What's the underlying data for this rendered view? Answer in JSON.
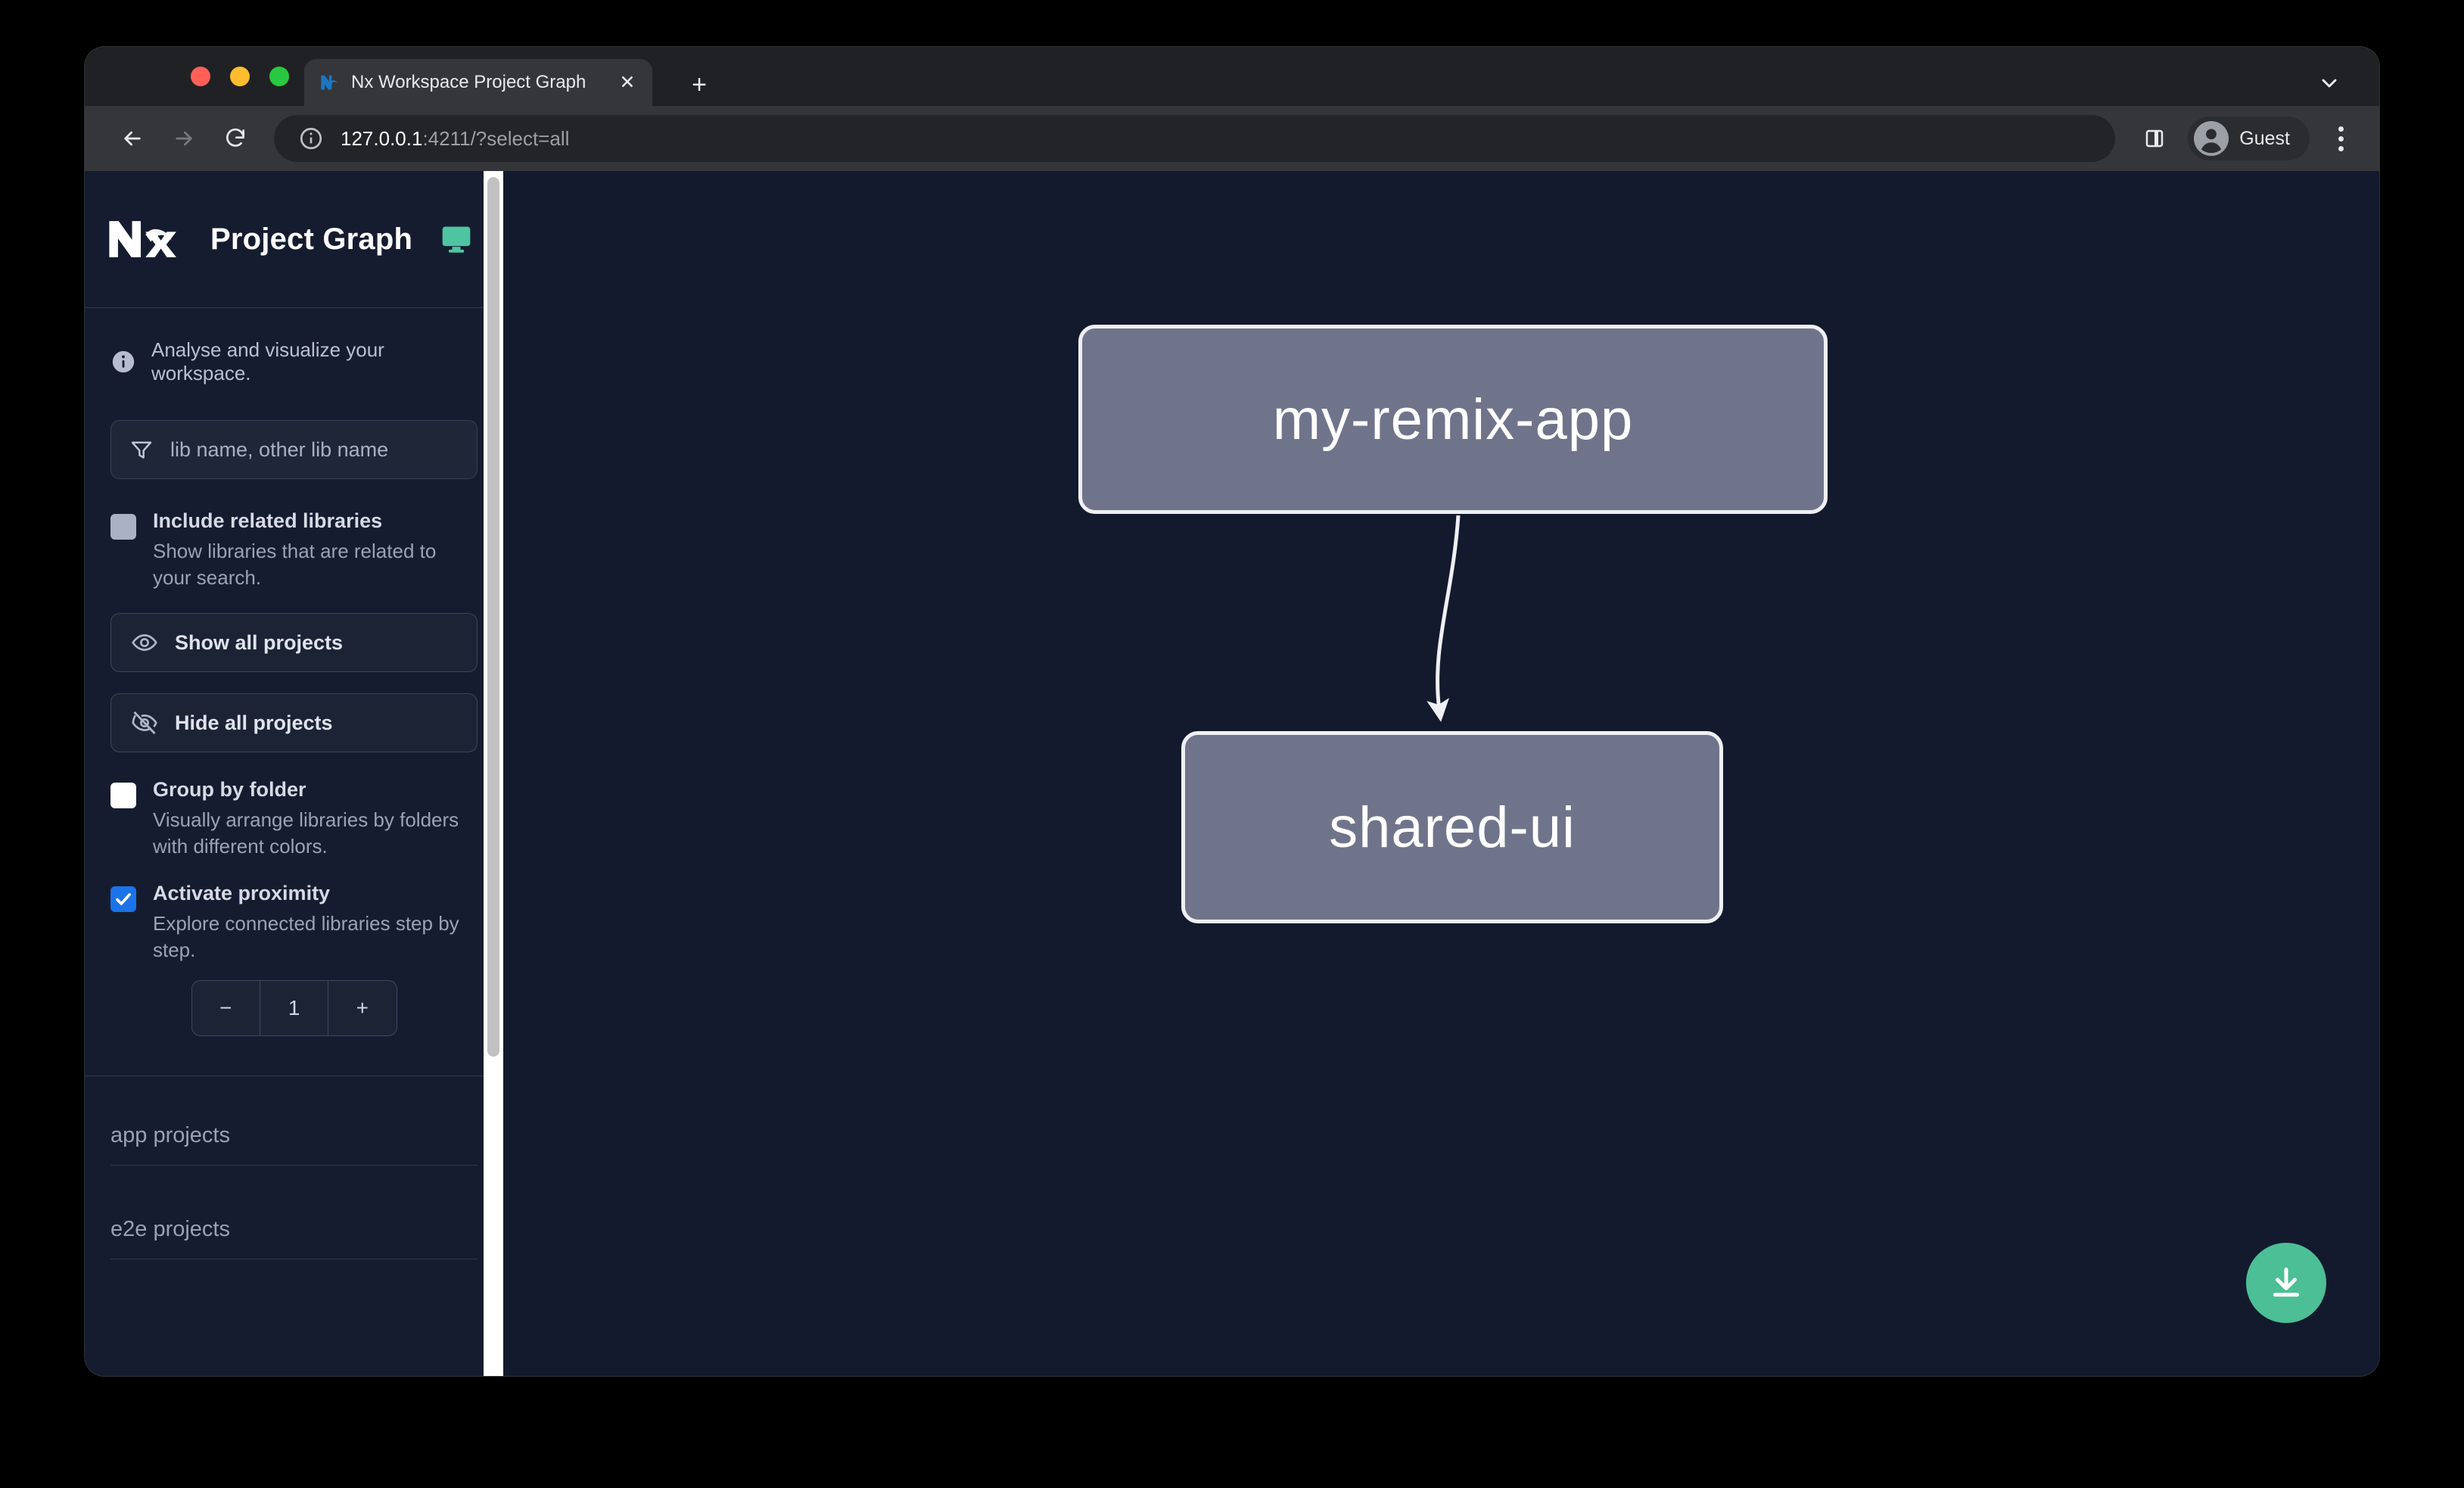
{
  "browser": {
    "traffic_lights": [
      "close",
      "minimize",
      "maximize"
    ],
    "tab": {
      "title": "Nx Workspace Project Graph",
      "favicon": "nx-favicon-icon",
      "close_label": "✕"
    },
    "new_tab_label": "+",
    "tabstrip_caret": "chevron-down-icon",
    "omnibox": {
      "site_info_icon": "info-circle-icon",
      "url_host": "127.0.0.1",
      "url_rest": ":4211/?select=all",
      "full_url": "127.0.0.1:4211/?select=all"
    },
    "toolbar_icons": [
      "back-arrow-icon",
      "forward-arrow-icon",
      "reload-icon",
      "side-panel-icon",
      "kebab-menu-icon"
    ],
    "profile": {
      "name": "Guest",
      "avatar_icon": "person-avatar-icon"
    }
  },
  "sidebar": {
    "logo": "nx-logo",
    "title": "Project Graph",
    "monitor_icon": "monitor-icon",
    "note": {
      "icon": "info-icon",
      "text": "Analyse and visualize your workspace."
    },
    "filter": {
      "icon": "funnel-icon",
      "placeholder": "lib name, other lib name",
      "value": ""
    },
    "include_related": {
      "label": "Include related libraries",
      "description": "Show libraries that are related to your search.",
      "checked": false,
      "state": "muted"
    },
    "buttons": [
      {
        "label": "Show all projects",
        "icon": "eye-icon"
      },
      {
        "label": "Hide all projects",
        "icon": "eye-slash-icon"
      }
    ],
    "group_by_folder": {
      "label": "Group by folder",
      "description": "Visually arrange libraries by folders with different colors.",
      "checked": false
    },
    "activate_proximity": {
      "label": "Activate proximity",
      "description": "Explore connected libraries step by step.",
      "checked": true,
      "accent": "#1a73e8"
    },
    "stepper": {
      "decrement_label": "−",
      "value": "1",
      "increment_label": "+"
    },
    "groups": [
      {
        "label": "app projects"
      },
      {
        "label": "e2e projects"
      }
    ],
    "scrollbar": {
      "thumb_percent": 73
    }
  },
  "graph": {
    "background": "#141a2d",
    "node_fill": "#70748b",
    "node_border": "#eef0f5",
    "nodes": [
      {
        "id": "node-0",
        "label": "my-remix-app"
      },
      {
        "id": "node-1",
        "label": "shared-ui"
      }
    ],
    "edges": [
      {
        "from": "my-remix-app",
        "to": "shared-ui",
        "arrow": true
      }
    ],
    "download_button": {
      "icon": "download-icon",
      "color": "#4cbf96"
    }
  }
}
